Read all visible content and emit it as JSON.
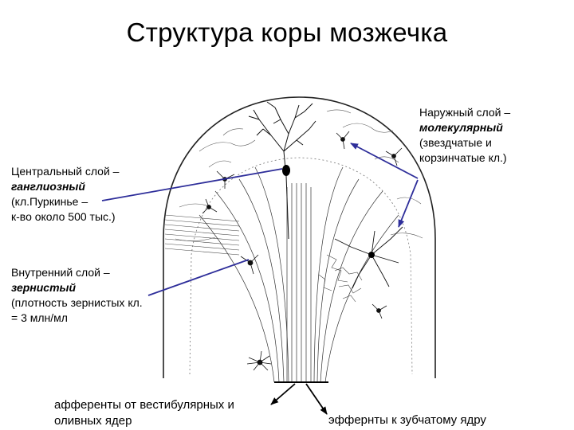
{
  "title": "Структура коры мозжечка",
  "labels": {
    "outer": {
      "line1": "Наружный слой –",
      "line2": "молекулярный",
      "line3": "(звездчатые и",
      "line4": "корзинчатые кл.)"
    },
    "central": {
      "line1": "Центральный слой –",
      "line2": "ганглиозный",
      "line3": "(кл.Пуркинье –",
      "line4": "к-во около 500 тыс.)"
    },
    "inner": {
      "line1": "Внутренний слой –",
      "line2": "зернистый",
      "line3": "(плотность  зернистых кл.",
      "line4": "= 3 млн/мл"
    },
    "afferent": {
      "line1": "афференты от вестибулярных и",
      "line2": "оливных ядер"
    },
    "efferent": {
      "line1": "эффернты к зубчатому ядру"
    }
  },
  "colors": {
    "pointer": "#2e2e9a",
    "ink": "#000000"
  }
}
